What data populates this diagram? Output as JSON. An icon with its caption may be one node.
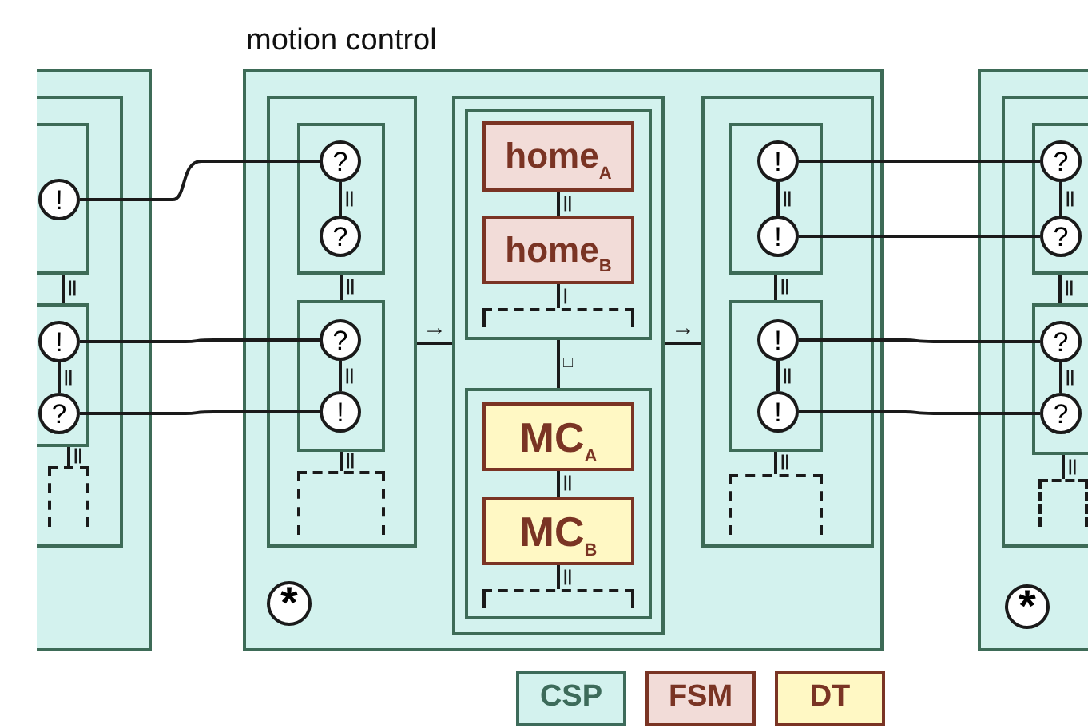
{
  "diagram": {
    "nodes": [
      {
        "text": [],
        "shape": "box"
      },
      {
        "text": [],
        "shape": "box",
        "in": 0
      },
      {
        "text": [],
        "shape": "box",
        "in": 1
      },
      {
        "text": [],
        "shape": "box",
        "in": 1
      },
      {
        "text": [
          "!"
        ],
        "in": 2
      },
      {
        "text": [
          "!"
        ],
        "in": 3
      },
      {
        "text": [
          "?"
        ],
        "in": 3
      },
      {
        "text": [],
        "shape": "bracket",
        "in": 1
      },
      {
        "text": [
          "motion control"
        ]
      },
      {
        "text": [],
        "shape": "box",
        "in": 8
      },
      {
        "text": [],
        "shape": "box",
        "in": 9
      },
      {
        "text": [],
        "shape": "box",
        "in": 9
      },
      {
        "text": [
          "?"
        ],
        "in": 10
      },
      {
        "text": [
          "?"
        ],
        "in": 10
      },
      {
        "text": [
          "?"
        ],
        "in": 11
      },
      {
        "text": [
          "!"
        ],
        "in": 11
      },
      {
        "text": [],
        "shape": "bracket",
        "in": 9
      },
      {
        "text": [],
        "shape": "box",
        "in": 8
      },
      {
        "text": [],
        "shape": "box",
        "in": 17
      },
      {
        "text": [
          "home$_{A}$"
        ],
        "in": 18
      },
      {
        "text": [
          "home$_{B}$"
        ],
        "in": 18
      },
      {
        "text": [],
        "shape": "bracket",
        "in": 18
      },
      {
        "text": [],
        "shape": "box",
        "in": 17
      },
      {
        "text": [
          "MC$_{A}$"
        ],
        "in": 22
      },
      {
        "text": [
          "MC$_{B}$"
        ],
        "in": 22
      },
      {
        "text": [],
        "shape": "bracket",
        "in": 22
      },
      {
        "text": [],
        "shape": "box",
        "in": 8
      },
      {
        "text": [],
        "shape": "box",
        "in": 26
      },
      {
        "text": [],
        "shape": "box",
        "in": 26
      },
      {
        "text": [
          "!"
        ],
        "in": 27
      },
      {
        "text": [
          "!"
        ],
        "in": 27
      },
      {
        "text": [
          "!"
        ],
        "in": 28
      },
      {
        "text": [
          "!"
        ],
        "in": 28
      },
      {
        "text": [],
        "shape": "bracket",
        "in": 26
      },
      {
        "text": [
          "*"
        ],
        "in": 8
      },
      {
        "text": [],
        "shape": "box"
      },
      {
        "text": [],
        "shape": "box",
        "in": 35
      },
      {
        "text": [],
        "shape": "box",
        "in": 36
      },
      {
        "text": [],
        "shape": "box",
        "in": 36
      },
      {
        "text": [
          "?"
        ],
        "in": 37
      },
      {
        "text": [
          "?"
        ],
        "in": 37
      },
      {
        "text": [
          "?"
        ],
        "in": 38
      },
      {
        "text": [
          "?"
        ],
        "in": 38
      },
      {
        "text": [],
        "shape": "bracket",
        "in": 36
      },
      {
        "text": [
          "*"
        ],
        "in": 35
      }
    ],
    "edges": [
      {
        "from": 4,
        "to": 12,
        "arrow": "none"
      },
      {
        "from": 5,
        "to": 14,
        "arrow": "none"
      },
      {
        "from": 6,
        "to": 15,
        "arrow": "none"
      },
      {
        "from": 29,
        "to": 39,
        "arrow": "none"
      },
      {
        "from": 30,
        "to": 40,
        "arrow": "none"
      },
      {
        "from": 31,
        "to": 41,
        "arrow": "none"
      },
      {
        "from": 32,
        "to": 42,
        "arrow": "none"
      },
      {
        "from": 2,
        "to": 3,
        "arrow": "none",
        "label": "||"
      },
      {
        "from": 5,
        "to": 6,
        "arrow": "none",
        "label": "||"
      },
      {
        "from": 3,
        "to": 7,
        "arrow": "none",
        "label": "||"
      },
      {
        "from": 12,
        "to": 13,
        "arrow": "none",
        "label": "||"
      },
      {
        "from": 10,
        "to": 11,
        "arrow": "none",
        "label": "||"
      },
      {
        "from": 14,
        "to": 15,
        "arrow": "none",
        "label": "||"
      },
      {
        "from": 11,
        "to": 16,
        "arrow": "none",
        "label": "||"
      },
      {
        "from": 9,
        "to": 17,
        "arrow": "none",
        "label": "→"
      },
      {
        "from": 19,
        "to": 20,
        "arrow": "none",
        "label": "||"
      },
      {
        "from": 20,
        "to": 21,
        "arrow": "none",
        "label": "|"
      },
      {
        "from": 18,
        "to": 22,
        "arrow": "none",
        "label": "□"
      },
      {
        "from": 23,
        "to": 24,
        "arrow": "none",
        "label": "||"
      },
      {
        "from": 24,
        "to": 25,
        "arrow": "none",
        "label": "||"
      },
      {
        "from": 17,
        "to": 26,
        "arrow": "none",
        "label": "→"
      },
      {
        "from": 29,
        "to": 30,
        "arrow": "none",
        "label": "||"
      },
      {
        "from": 27,
        "to": 28,
        "arrow": "none",
        "label": "||"
      },
      {
        "from": 31,
        "to": 32,
        "arrow": "none",
        "label": "||"
      },
      {
        "from": 28,
        "to": 33,
        "arrow": "none",
        "label": "||"
      },
      {
        "from": 39,
        "to": 40,
        "arrow": "none",
        "label": "||"
      },
      {
        "from": 37,
        "to": 38,
        "arrow": "none",
        "label": "||"
      },
      {
        "from": 41,
        "to": 42,
        "arrow": "none",
        "label": "||"
      },
      {
        "from": 38,
        "to": 43,
        "arrow": "none",
        "label": "||"
      }
    ],
    "legend": [
      {
        "text": "CSP",
        "color": "#d3f2ee"
      },
      {
        "text": "FSM",
        "color": "#f2dcd8"
      },
      {
        "text": "DT",
        "color": "#fff8c4"
      }
    ]
  }
}
